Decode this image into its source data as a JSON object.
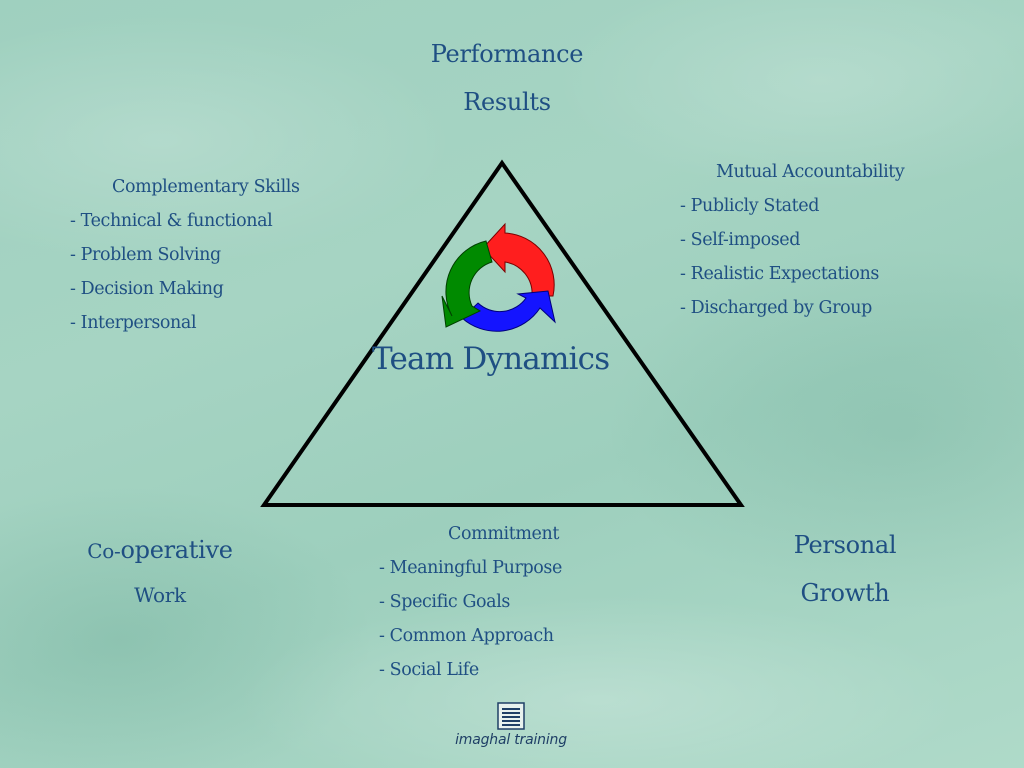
{
  "top_label": {
    "line1": "Performance",
    "line2": "Results"
  },
  "complementary_skills": {
    "heading": "Complementary Skills",
    "items": [
      "- Technical & functional",
      "- Problem Solving",
      "- Decision Making",
      "- Interpersonal"
    ]
  },
  "mutual_accountability": {
    "heading": "Mutual Accountability",
    "items": [
      "- Publicly Stated",
      "- Self-imposed",
      "- Realistic Expectations",
      "- Discharged by Group"
    ]
  },
  "center_title": "Team Dynamics",
  "bottom_left_label": {
    "prefix": "Co-",
    "rest": "operative",
    "line2": "Work"
  },
  "bottom_right_label": {
    "line1": "Personal",
    "line2": "Growth"
  },
  "commitment": {
    "heading": "Commitment",
    "items": [
      "- Meaningful Purpose",
      "- Specific Goals",
      "- Common Approach",
      "- Social Life"
    ]
  },
  "logo": {
    "text": "imaghal training"
  },
  "colors": {
    "text": "#1f4f83",
    "triangle": "#000000",
    "arrow_red": "#ff2020",
    "arrow_blue": "#1010ff",
    "arrow_green": "#008000"
  }
}
